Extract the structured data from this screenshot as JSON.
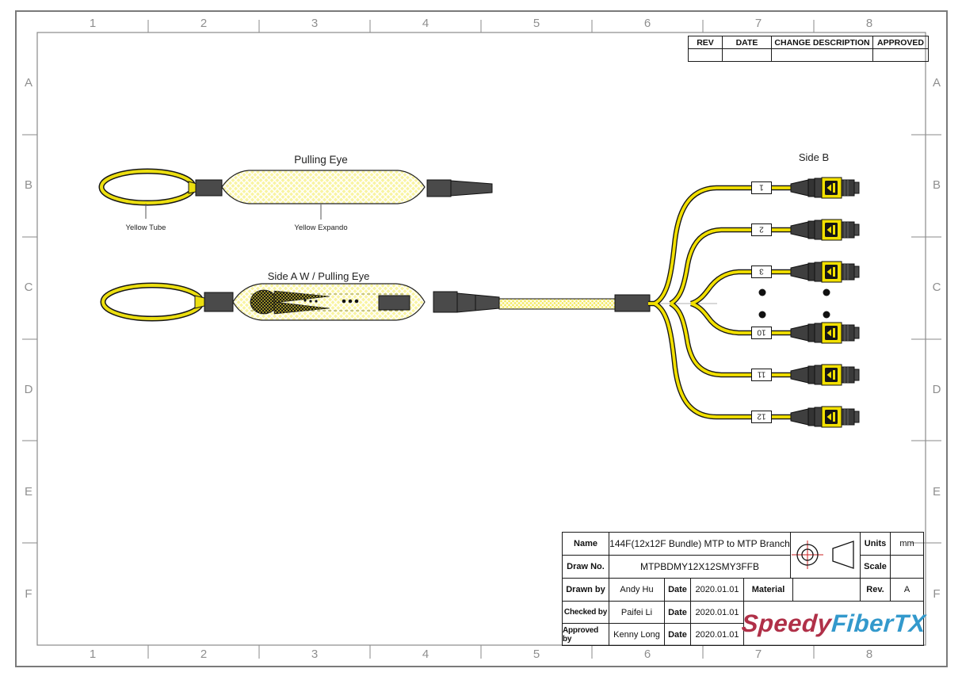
{
  "sheet": {
    "cols": [
      "1",
      "2",
      "3",
      "4",
      "5",
      "6",
      "7",
      "8"
    ],
    "rows": [
      "A",
      "B",
      "C",
      "D",
      "E",
      "F"
    ]
  },
  "rev_table": {
    "rev": "REV",
    "date": "DATE",
    "change_description": "CHANGE DESCRIPTION",
    "approved": "APPROVED"
  },
  "diagram": {
    "pulling_eye": {
      "title": "Pulling Eye",
      "tube_label": "Yellow Tube",
      "expando_label": "Yellow Expando"
    },
    "side_a": {
      "title": "Side A W / Pulling Eye"
    },
    "side_b": {
      "title": "Side B",
      "branch_labels": [
        "1",
        "2",
        "3",
        "10",
        "11",
        "12"
      ]
    }
  },
  "title_block": {
    "name_label": "Name",
    "name_value": "144F(12x12F Bundle) MTP to MTP Branch",
    "draw_no_label": "Draw No.",
    "draw_no_value": "MTPBDMY12X12SMY3FFB",
    "drawn_by_label": "Drawn by",
    "drawn_by_value": "Andy Hu",
    "checked_by_label": "Checked by",
    "checked_by_value": "Paifei Li",
    "approved_by_label": "Approved by",
    "approved_by_value": "Kenny Long",
    "date_label": "Date",
    "drawn_date": "2020.01.01",
    "checked_date": "2020.01.01",
    "approved_date": "2020.01.01",
    "material_label": "Material",
    "material_value": "",
    "units_label": "Units",
    "units_value": "mm",
    "scale_label": "Scale",
    "scale_value": "",
    "rev_label": "Rev.",
    "rev_value": "A",
    "logo": {
      "part1": "Speedy",
      "part2": "FiberTX"
    }
  },
  "colors": {
    "cable_yellow": "#f2e000",
    "expando_yellow": "#f9f4a2",
    "connector_gray": "#424242",
    "logo_red": "#b03048",
    "logo_blue": "#3399cc",
    "projection_red": "#cc2222",
    "border_gray": "#808080"
  }
}
